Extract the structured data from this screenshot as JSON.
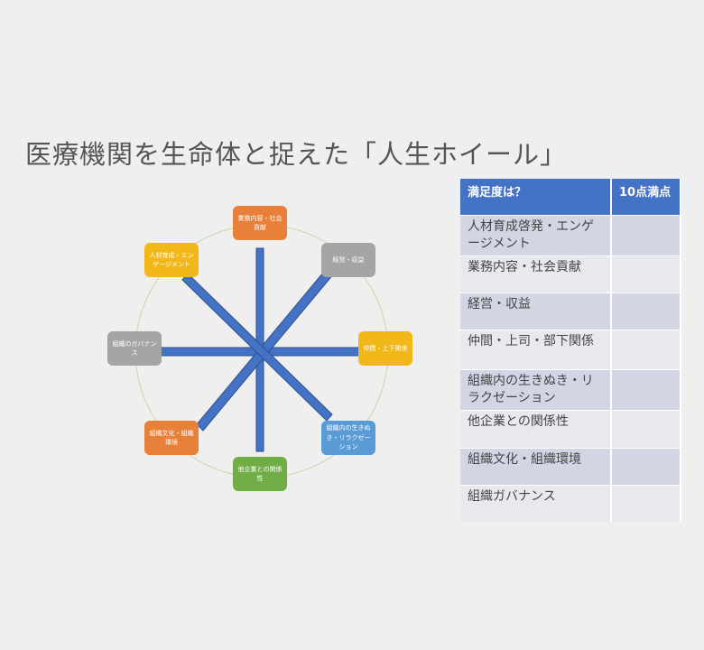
{
  "title": "医療機関を生命体と捉えた「人生ホイール」",
  "wheel": {
    "nodes": [
      {
        "label": "業務内容・社会貢献",
        "color": "#e8803a"
      },
      {
        "label": "経営・収益",
        "color": "#a5a5a5"
      },
      {
        "label": "仲間・上下関係",
        "color": "#f2b81a"
      },
      {
        "label": "組織内の生きぬき・リラクゼーション",
        "color": "#5b9bd5"
      },
      {
        "label": "他企業との関係性",
        "color": "#70ad47"
      },
      {
        "label": "組織文化・組織環境",
        "color": "#e8803a"
      },
      {
        "label": "組織のガバナンス",
        "color": "#a5a5a5"
      },
      {
        "label": "人材育成・エンゲージメント",
        "color": "#f2b81a"
      }
    ],
    "spoke_color": "#4472c4"
  },
  "table": {
    "headers": [
      "満足度は？",
      "10点満点"
    ],
    "rows": [
      {
        "item": "人材育成啓発・エンゲージメント",
        "score": ""
      },
      {
        "item": "業務内容・社会貢献",
        "score": ""
      },
      {
        "item": "経営・収益",
        "score": ""
      },
      {
        "item": "仲間・上司・部下関係",
        "score": ""
      },
      {
        "item": "組織内の生きぬき・リラクゼーション",
        "score": ""
      },
      {
        "item": "他企業との関係性",
        "score": ""
      },
      {
        "item": "組織文化・組織環境",
        "score": ""
      },
      {
        "item": "組織ガバナンス",
        "score": ""
      }
    ]
  }
}
